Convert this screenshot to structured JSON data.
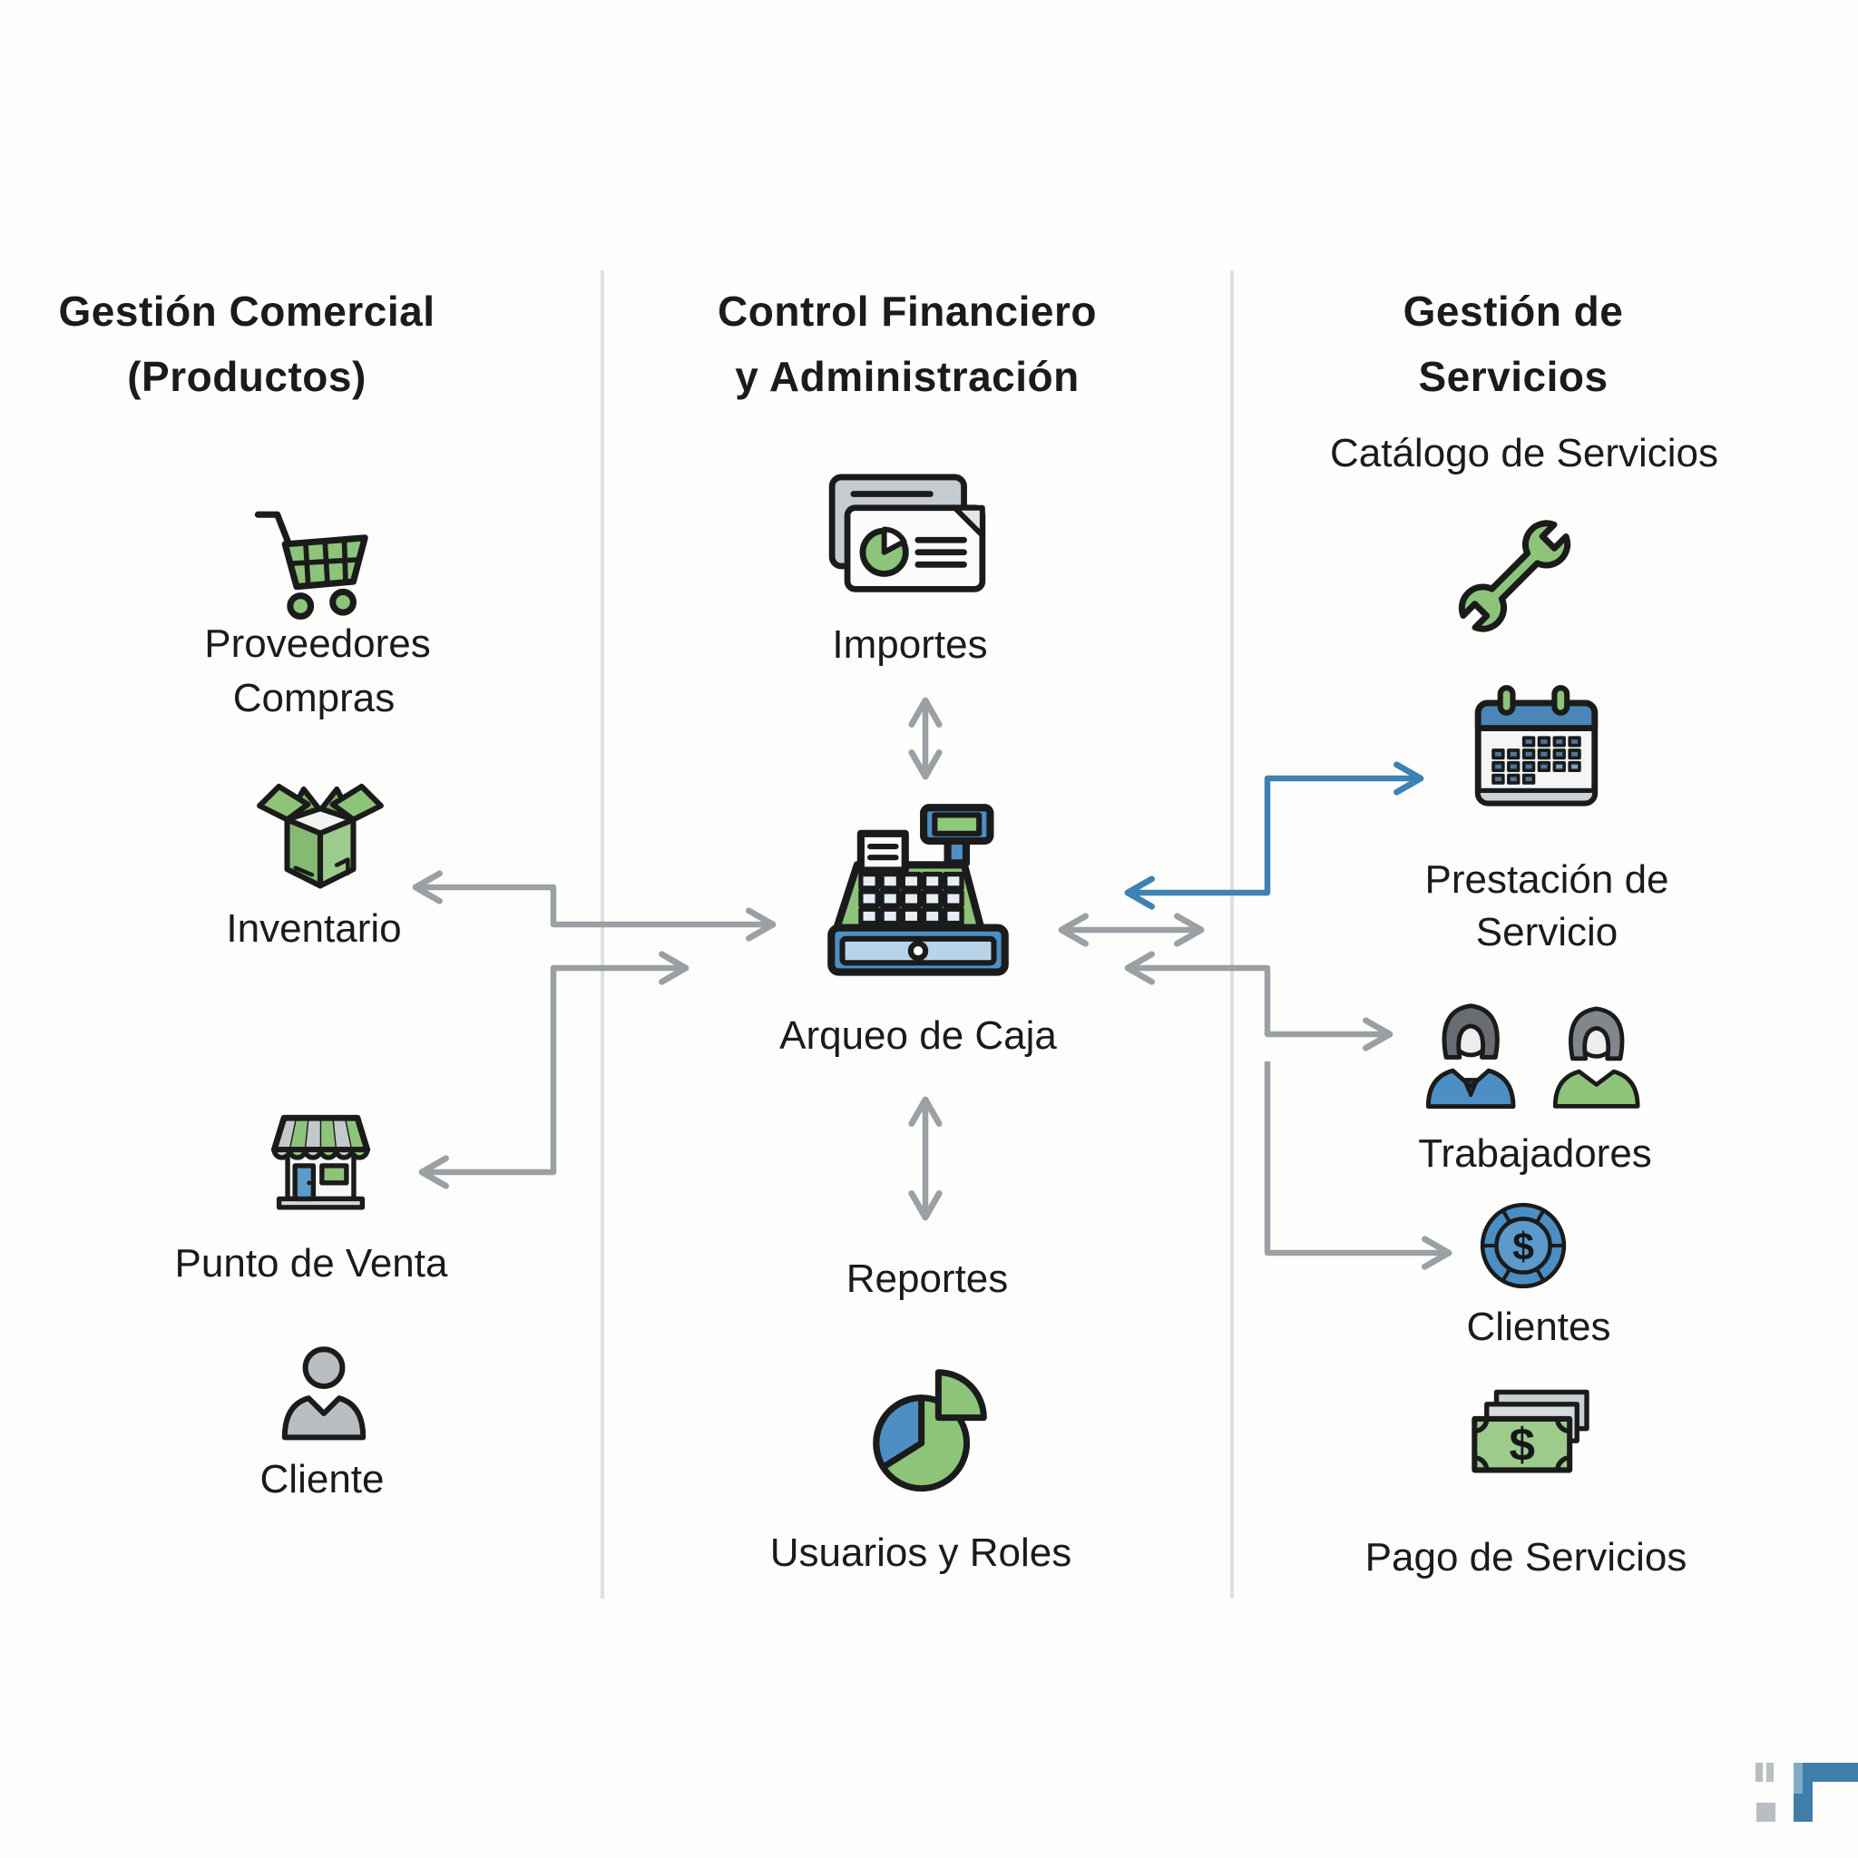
{
  "columns": {
    "gestion_comercial": {
      "title_line1": "Gestión Comercial",
      "title_line2": "(Productos)",
      "items": {
        "proveedores": "Proveedores",
        "compras": "Compras",
        "inventario": "Inventario",
        "punto_de_venta": "Punto de Venta",
        "cliente": "Cliente"
      }
    },
    "control_financiero": {
      "title_line1": "Control Financiero",
      "title_line2": "y Administración",
      "items": {
        "importes": "Importes",
        "arqueo_de_caja": "Arqueo de Caja",
        "reportes": "Reportes",
        "usuarios_y_roles": "Usuarios y Roles"
      }
    },
    "gestion_servicios": {
      "title_line1": "Gestión de",
      "title_line2": "Servicios",
      "items": {
        "catalogo_de_servicios": "Catálogo de Servicios",
        "prestacion_line1": "Prestación de",
        "prestacion_line2": "Servicio",
        "trabajadores": "Trabajadores",
        "clientes": "Clientes",
        "pago_de_servicios": "Pago de Servicios"
      }
    }
  },
  "symbols": {
    "dollar": "$"
  },
  "icons": {
    "proveedores": "shopping-cart-icon",
    "inventario": "open-box-icon",
    "punto_de_venta": "storefront-icon",
    "cliente": "person-icon",
    "importes": "report-cards-icon",
    "arqueo_de_caja": "cash-register-icon",
    "usuarios_y_roles": "pie-chart-icon",
    "catalogo_de_servicios": "wrench-icon",
    "prestacion_de_servicio": "calendar-icon",
    "trabajadores": "workers-icon",
    "clientes": "coin-icon",
    "pago_de_servicios": "money-bills-icon"
  },
  "colors": {
    "icon_green": "#8dc47a",
    "icon_green_dark": "#79b163",
    "icon_blue": "#4d8fc4",
    "icon_gray": "#b9bec3",
    "arrow_gray": "#9aa0a3",
    "arrow_blue": "#3d82b2",
    "divider": "#dcdfe2",
    "text": "#191b1c"
  }
}
